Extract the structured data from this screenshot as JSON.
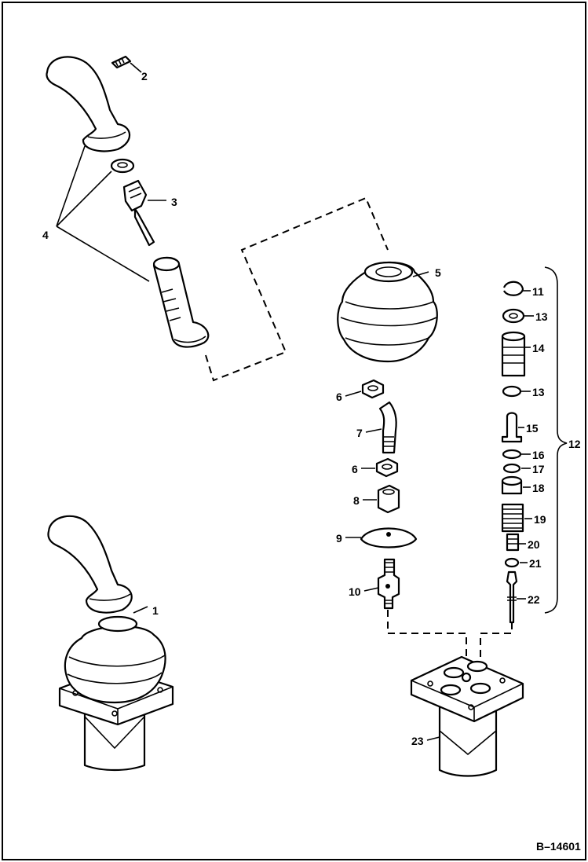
{
  "diagram": {
    "callouts": {
      "c1": "1",
      "c2": "2",
      "c3": "3",
      "c4": "4",
      "c5": "5",
      "c6a": "6",
      "c6b": "6",
      "c7": "7",
      "c8": "8",
      "c9": "9",
      "c10": "10",
      "c11": "11",
      "c12": "12",
      "c13a": "13",
      "c13b": "13",
      "c14": "14",
      "c15": "15",
      "c16": "16",
      "c17": "17",
      "c18": "18",
      "c19": "19",
      "c20": "20",
      "c21": "21",
      "c22": "22",
      "c23": "23"
    },
    "figure_code": "B–14601"
  }
}
